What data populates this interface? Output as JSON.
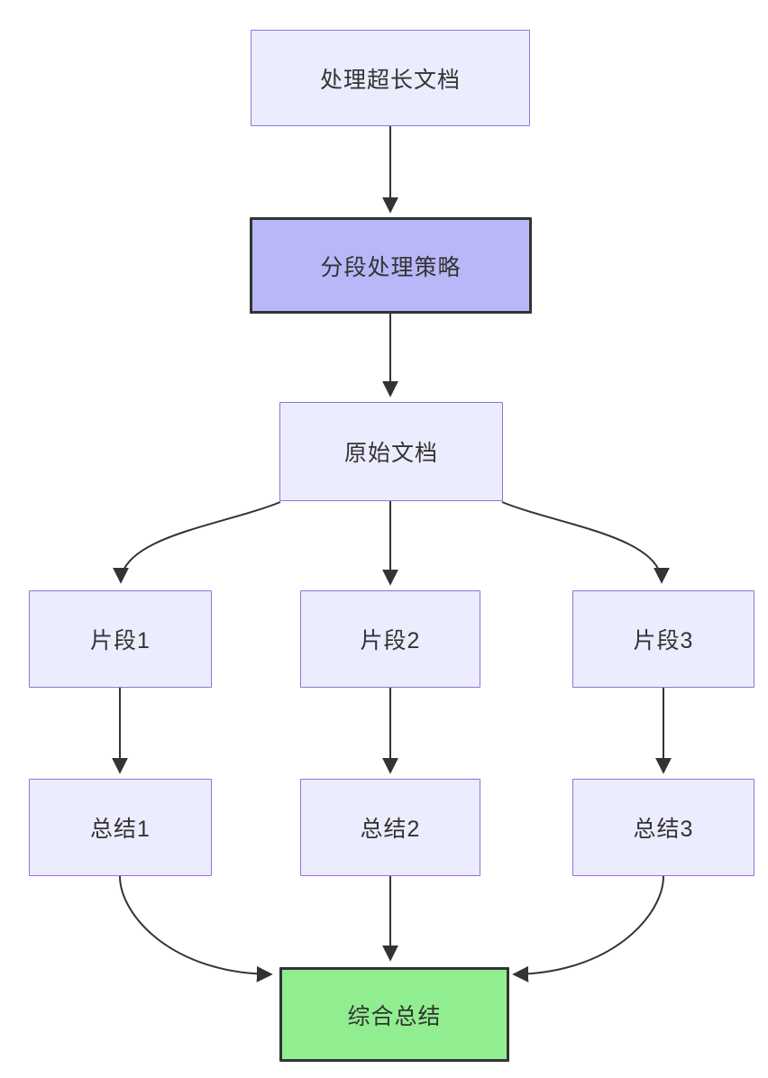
{
  "diagram": {
    "type": "flowchart",
    "direction": "top-down",
    "nodes": [
      {
        "id": "A",
        "label": "处理超长文档",
        "style": "default"
      },
      {
        "id": "B",
        "label": "分段处理策略",
        "style": "highlight"
      },
      {
        "id": "C",
        "label": "原始文档",
        "style": "default"
      },
      {
        "id": "D",
        "label": "片段1",
        "style": "default"
      },
      {
        "id": "E",
        "label": "片段2",
        "style": "default"
      },
      {
        "id": "F",
        "label": "片段3",
        "style": "default"
      },
      {
        "id": "G",
        "label": "总结1",
        "style": "default"
      },
      {
        "id": "H",
        "label": "总结2",
        "style": "default"
      },
      {
        "id": "I",
        "label": "总结3",
        "style": "default"
      },
      {
        "id": "J",
        "label": "综合总结",
        "style": "success"
      }
    ],
    "edges": [
      {
        "from": "处理超长文档",
        "to": "分段处理策略"
      },
      {
        "from": "分段处理策略",
        "to": "原始文档"
      },
      {
        "from": "原始文档",
        "to": "片段1"
      },
      {
        "from": "原始文档",
        "to": "片段2"
      },
      {
        "from": "原始文档",
        "to": "片段3"
      },
      {
        "from": "片段1",
        "to": "总结1"
      },
      {
        "from": "片段2",
        "to": "总结2"
      },
      {
        "from": "片段3",
        "to": "总结3"
      },
      {
        "from": "总结1",
        "to": "综合总结"
      },
      {
        "from": "总结2",
        "to": "综合总结"
      },
      {
        "from": "总结3",
        "to": "综合总结"
      }
    ],
    "colors": {
      "default_fill": "#ECECFF",
      "default_border": "#9370DB",
      "highlight_fill": "#B8B8F8",
      "highlight_border": "#333333",
      "success_fill": "#90EE90",
      "success_border": "#333333",
      "edge_color": "#333333",
      "text_color": "#333333"
    }
  }
}
